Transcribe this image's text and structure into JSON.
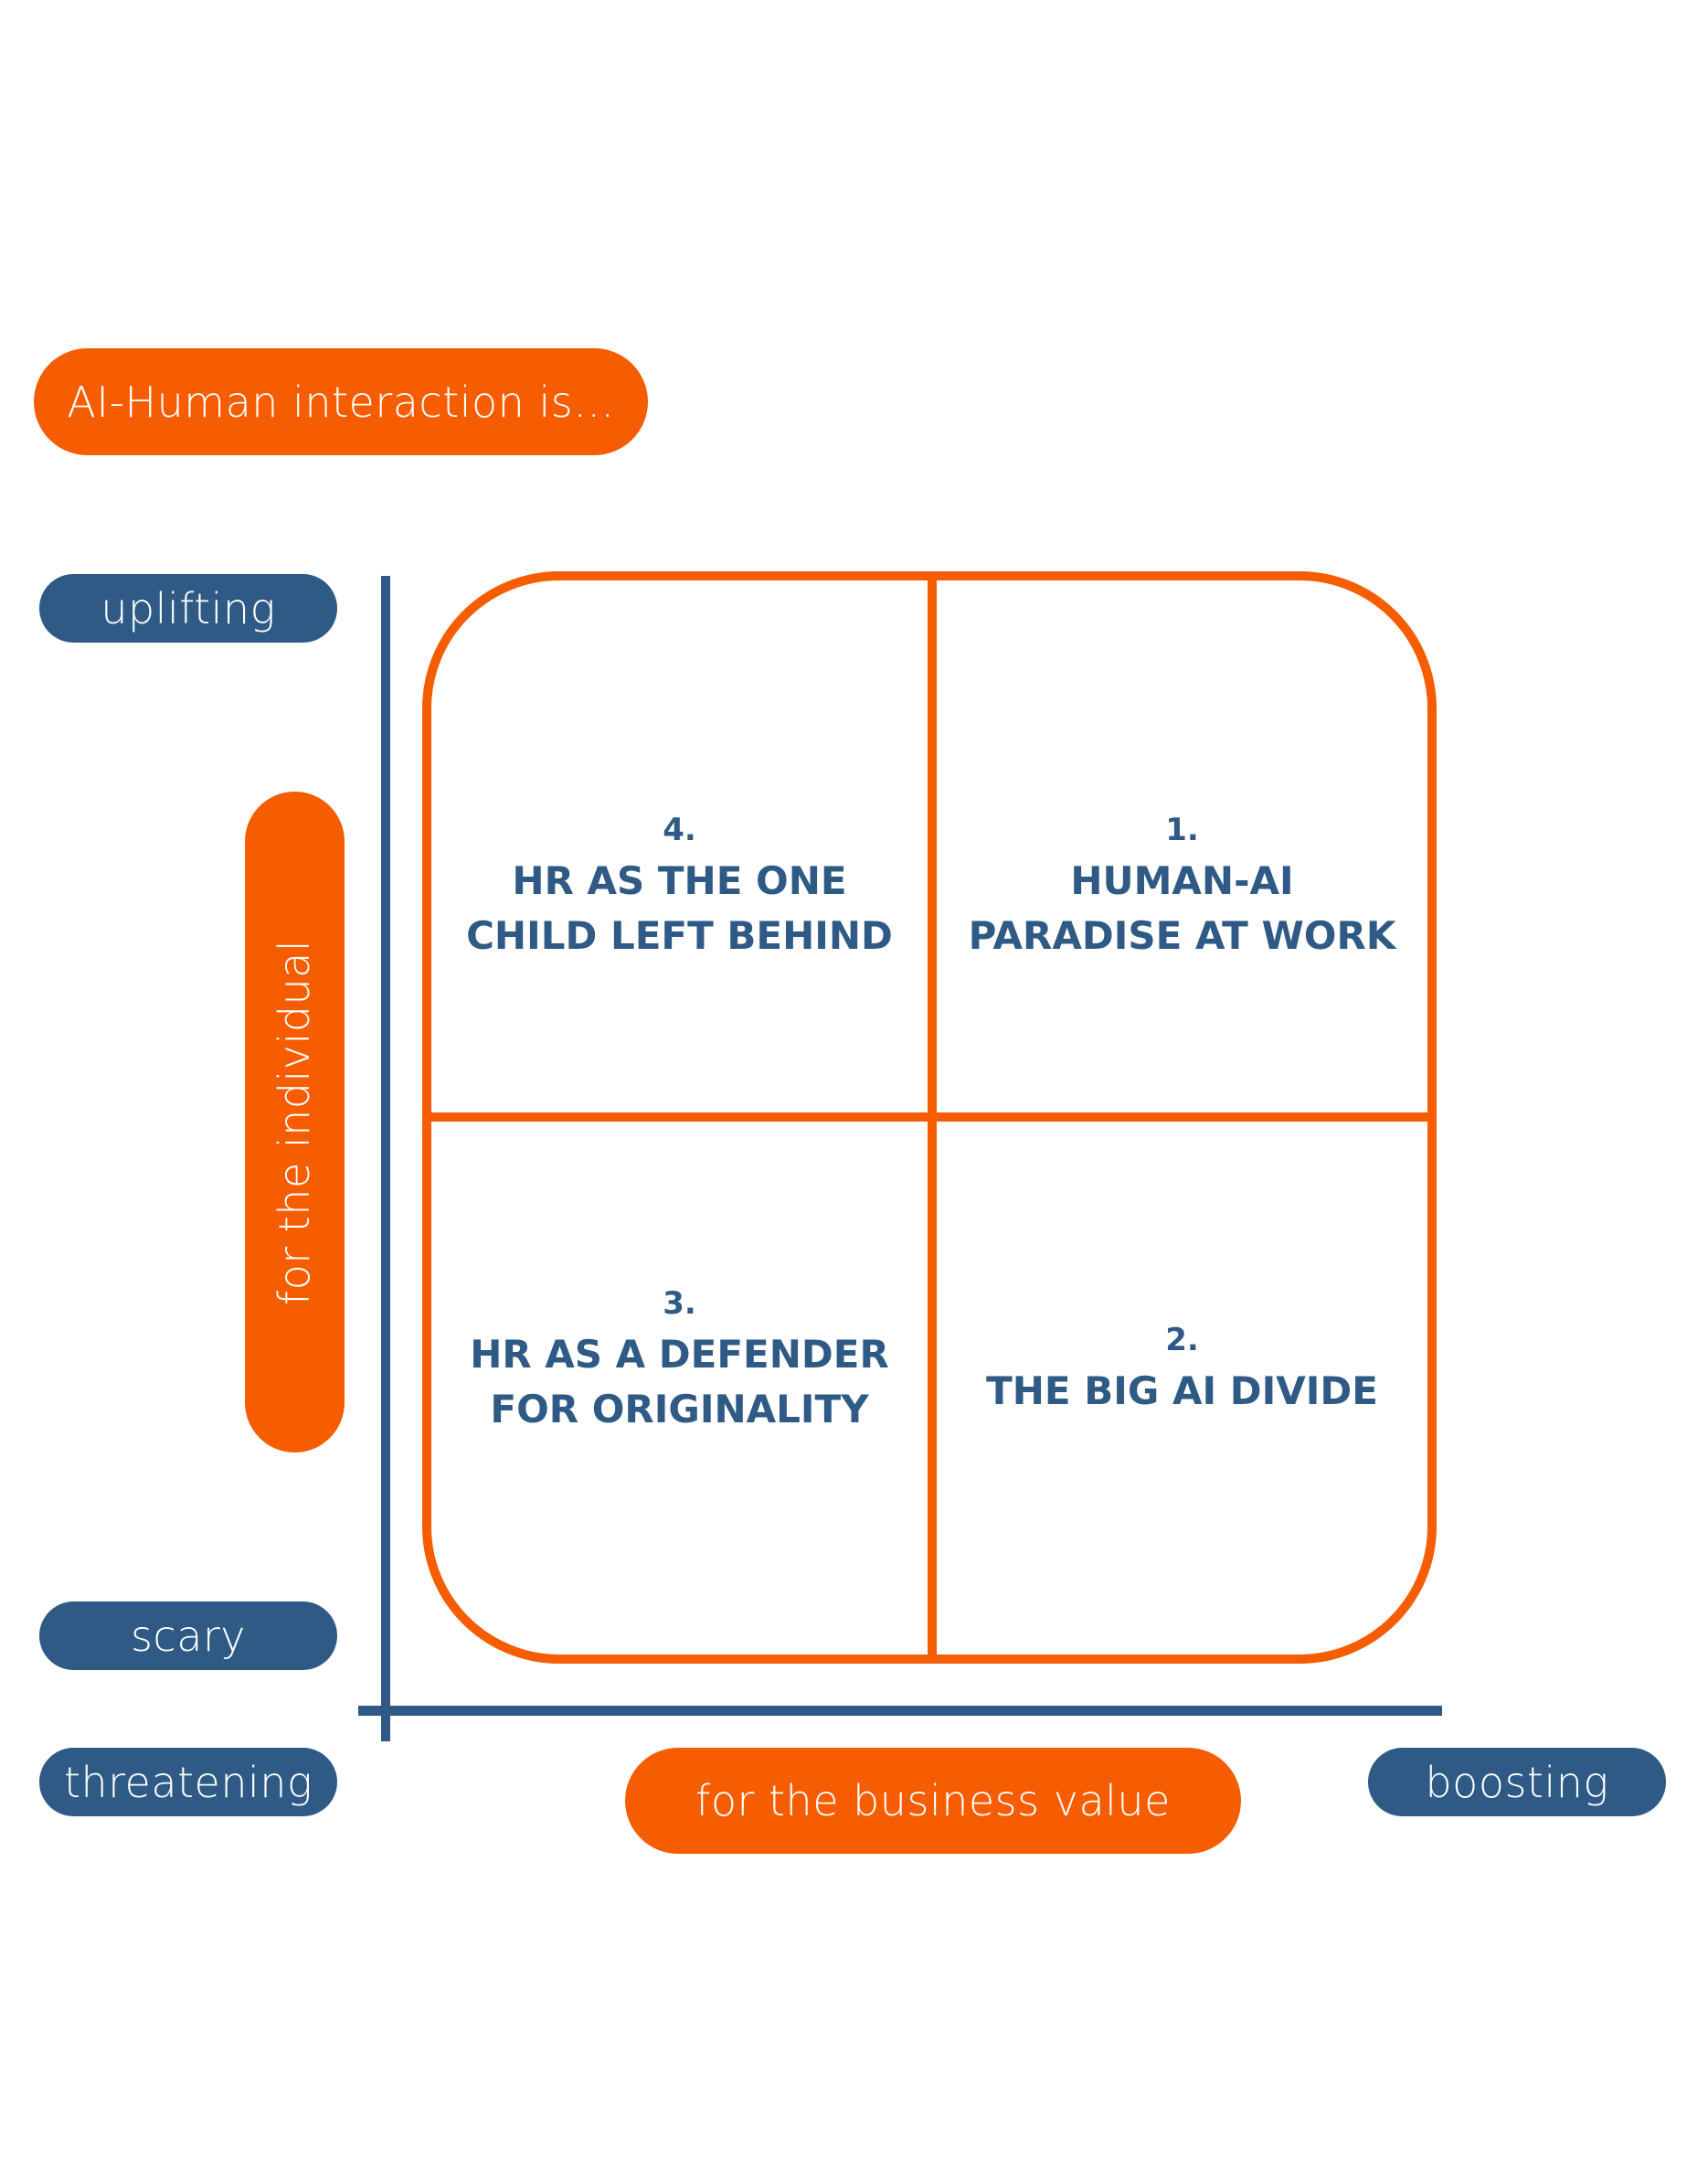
{
  "title": "AI-Human interaction is...",
  "y_axis": {
    "label": "for the individual",
    "top": "uplifting",
    "bottom": "scary"
  },
  "x_axis": {
    "label": "for the business value",
    "left": "threatening",
    "right": "boosting"
  },
  "quadrants": [
    {
      "number": "1.",
      "lines": [
        "HUMAN-AI",
        "PARADISE AT WORK"
      ]
    },
    {
      "number": "2.",
      "lines": [
        "THE BIG AI DIVIDE"
      ]
    },
    {
      "number": "3.",
      "lines": [
        "HR AS A DEFENDER",
        "FOR ORIGINALITY"
      ]
    },
    {
      "number": "4.",
      "lines": [
        "HR AS THE ONE",
        "CHILD LEFT BEHIND"
      ]
    }
  ],
  "colors": {
    "accent_orange": "#f55d00",
    "brand_blue": "#2e5a85"
  }
}
